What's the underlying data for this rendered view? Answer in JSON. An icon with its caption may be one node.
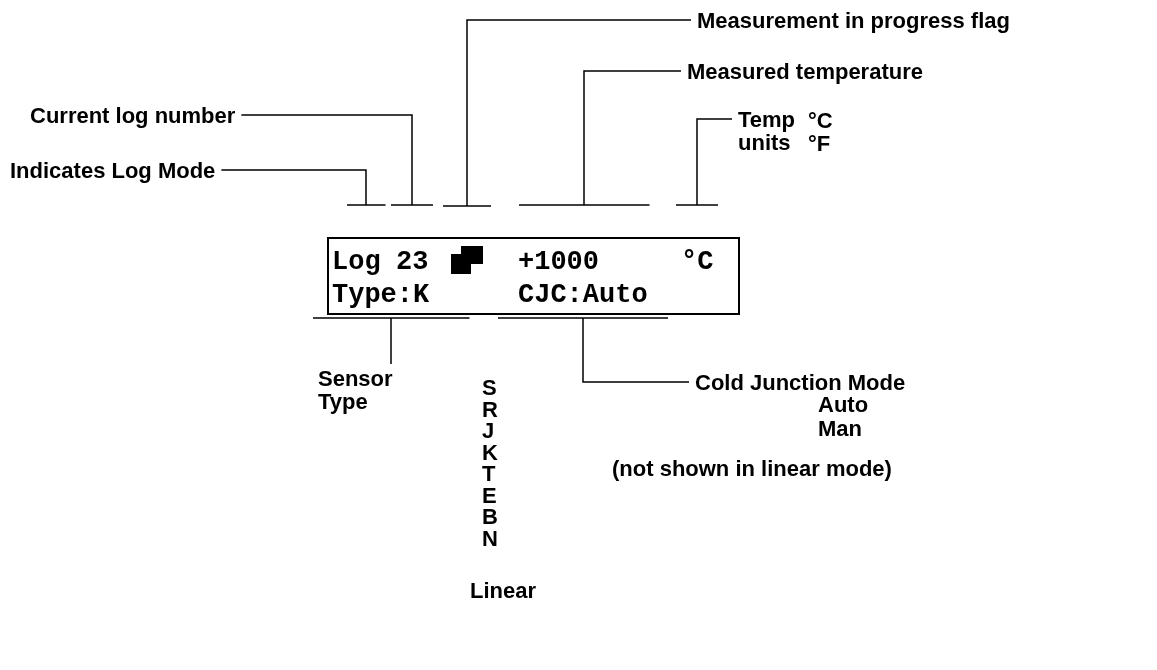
{
  "diagram": {
    "nodes": [
      {
        "text": [],
        "shape": "box"
      },
      {
        "text": [
          "Log"
        ],
        "in": 0
      },
      {
        "text": [
          "23"
        ],
        "in": 0
      },
      {
        "text": [],
        "shape": "box",
        "in": 0
      },
      {
        "text": [
          "+1000"
        ],
        "in": 0
      },
      {
        "text": [
          "°C"
        ],
        "in": 0
      },
      {
        "text": [
          "Type:K"
        ],
        "in": 0
      },
      {
        "text": [
          "CJC:Auto"
        ],
        "in": 0
      },
      {
        "text": [
          "Indicates Log Mode"
        ]
      },
      {
        "text": [
          "Current log number"
        ]
      },
      {
        "text": [
          "Measurement in progress flag"
        ]
      },
      {
        "text": [
          "Measured temperature"
        ]
      },
      {
        "text": [
          "Temp units"
        ],
        "beside": [
          "°C",
          "°F"
        ]
      },
      {
        "text": [
          "Sensor Type"
        ]
      },
      {
        "text": [
          "Cold Junction Mode"
        ],
        "beside": [
          "Auto",
          "Man",
          "(not shown in linear mode)"
        ]
      }
    ],
    "edges": [
      {
        "from": 8,
        "to": 1,
        "arrow": "other"
      },
      {
        "from": 9,
        "to": 2,
        "arrow": "other"
      },
      {
        "from": 10,
        "to": 3,
        "arrow": "other"
      },
      {
        "from": 11,
        "to": 4,
        "arrow": "other"
      },
      {
        "from": 12,
        "to": 5,
        "arrow": "other"
      },
      {
        "from": 13,
        "to": 6,
        "arrow": "other"
      },
      {
        "from": 14,
        "to": 7,
        "arrow": "other"
      }
    ],
    "labels": [
      "S",
      "R",
      "J",
      "K",
      "T",
      "E",
      "B",
      "N",
      "Linear"
    ]
  }
}
